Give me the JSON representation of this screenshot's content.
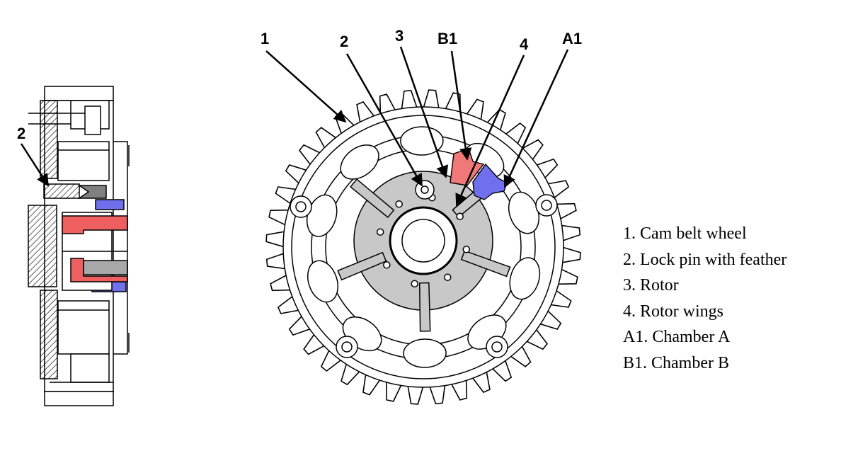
{
  "callouts": {
    "side_2": "2",
    "label_1": "1",
    "label_2": "2",
    "label_3": "3",
    "label_b1": "B1",
    "label_4": "4",
    "label_a1": "A1"
  },
  "legend": [
    "1. Cam belt wheel",
    "2. Lock pin with feather",
    "3. Rotor",
    "4. Rotor wings",
    "A1. Chamber A",
    "B1. Chamber B"
  ],
  "colors": {
    "line": "#000000",
    "rotor_grey": "#c8c8c8",
    "chamber_a_blue": "#7070ee",
    "chamber_b_red": "#f07878",
    "cutaway_red": "#ee6060",
    "cutaway_grey": "#a8a8a8"
  }
}
